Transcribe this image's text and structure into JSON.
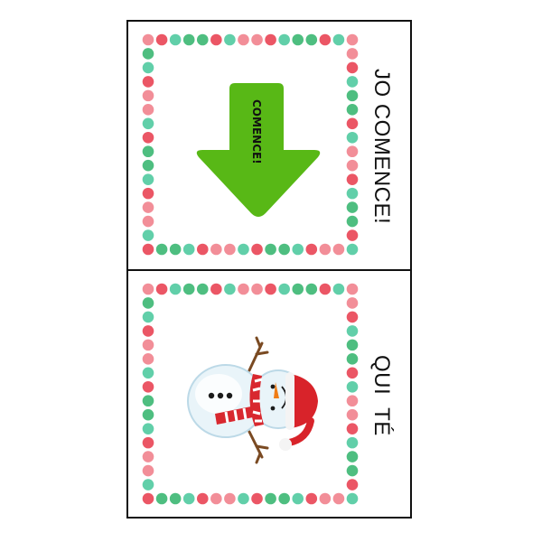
{
  "cards": [
    {
      "side_label": "JO COMENCE!",
      "arrow_label": "COMENCE!",
      "arrow_color": "#58b816"
    },
    {
      "side_label": "QUI  TÉ",
      "image": "snowman-icon"
    }
  ],
  "colors": {
    "dot_red": "#e8384a",
    "dot_pink": "#f07a86",
    "dot_green": "#2fb36a",
    "dot_teal": "#45c79a",
    "scarf_red": "#d8282f",
    "hat_red": "#d8232a",
    "snow_blue": "#cfe6f1"
  }
}
